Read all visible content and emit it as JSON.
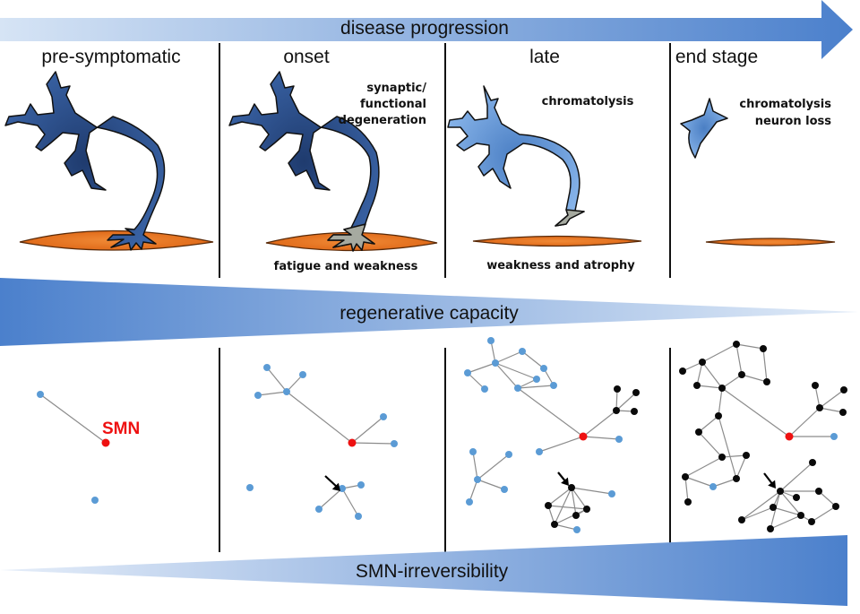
{
  "banners": {
    "disease_progression": "disease progression",
    "regenerative_capacity": "regenerative capacity",
    "smn_irreversibility": "SMN-irreversibility"
  },
  "stages": [
    {
      "label": "pre-symptomatic",
      "annotations": [],
      "muscle_label": ""
    },
    {
      "label": "onset",
      "annotations": [
        "synaptic/",
        "functional",
        "degeneration"
      ],
      "muscle_label": "fatigue and weakness"
    },
    {
      "label": "late",
      "annotations": [
        "chromatolysis"
      ],
      "muscle_label": "weakness and atrophy"
    },
    {
      "label": "end stage",
      "annotations": [
        "chromatolysis",
        "neuron loss"
      ],
      "muscle_label": ""
    }
  ],
  "network": {
    "hub_label": "SMN"
  },
  "colors": {
    "arrow_light": "#d6e4f5",
    "arrow_dark": "#4b80cc",
    "neuron_dark": "#1f3b6e",
    "neuron_mid": "#3b65a8",
    "neuron_light": "#6a9ee0",
    "degenerated_terminal": "#a6aaa0",
    "muscle": "#e8731c",
    "node_blue": "#5b9bd5",
    "node_red": "#ee1111",
    "node_black": "#0a0a0a",
    "edge": "#8c8c8c",
    "divider": "#111111"
  }
}
